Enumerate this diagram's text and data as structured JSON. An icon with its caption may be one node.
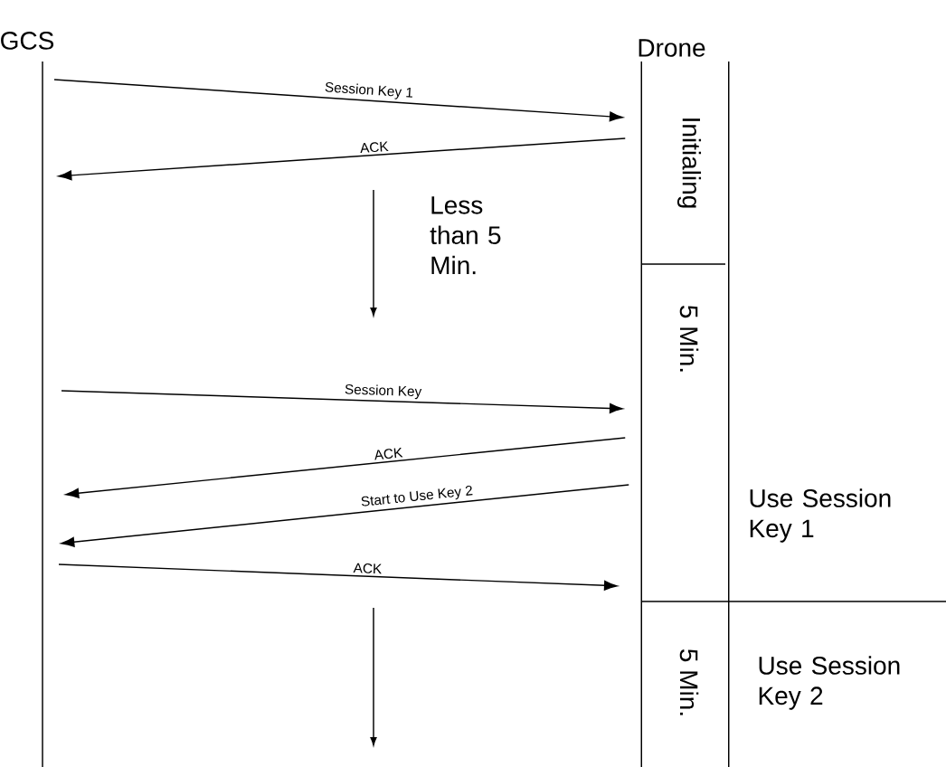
{
  "diagram": {
    "nodes": [
      {
        "text": [
          "GCS"
        ]
      },
      {
        "text": [
          "Drone"
        ]
      },
      {
        "text": [
          "Initialing"
        ],
        "in": 1
      },
      {
        "text": [
          "5 Min."
        ],
        "in": 1
      },
      {
        "text": [
          "5 Min."
        ],
        "in": 1
      },
      {
        "text": [
          "Use Session Key 1"
        ]
      },
      {
        "text": [
          "Use Session Key 2"
        ]
      }
    ],
    "edges": [
      {
        "from": 0,
        "to": 1,
        "arrow": "to",
        "label": "Session Key 1"
      },
      {
        "from": 1,
        "to": 0,
        "arrow": "to",
        "label": "ACK"
      },
      {
        "from": 0,
        "to": 1,
        "arrow": "to",
        "label": "Session Key"
      },
      {
        "from": 1,
        "to": 0,
        "arrow": "to",
        "label": "ACK"
      },
      {
        "from": 1,
        "to": 0,
        "arrow": "to",
        "label": "Start to Use Key 2"
      },
      {
        "from": 0,
        "to": 1,
        "arrow": "to",
        "label": "ACK"
      }
    ],
    "labels": [
      "Less than 5 Min."
    ]
  }
}
